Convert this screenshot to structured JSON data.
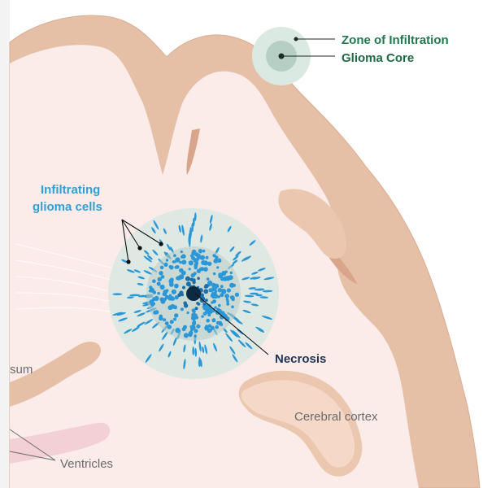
{
  "legend": {
    "zone_label": "Zone of Infiltration",
    "core_label": "Glioma Core"
  },
  "labels": {
    "infiltrating_line1": "Infiltrating",
    "infiltrating_line2": "glioma cells",
    "necrosis": "Necrosis",
    "corpus_partial": "sum",
    "ventricles": "Ventricles",
    "cerebral_cortex": "Cerebral cortex"
  },
  "colors": {
    "legend_green": "#1f7a4d",
    "tumor_blue": "#2b97d6",
    "label_blue": "#2f9fd8",
    "necrosis_label": "#1d3557",
    "cortex": "#e5bfa6",
    "white_matter": "#fbecea",
    "gray_label": "#6b6b6b"
  }
}
